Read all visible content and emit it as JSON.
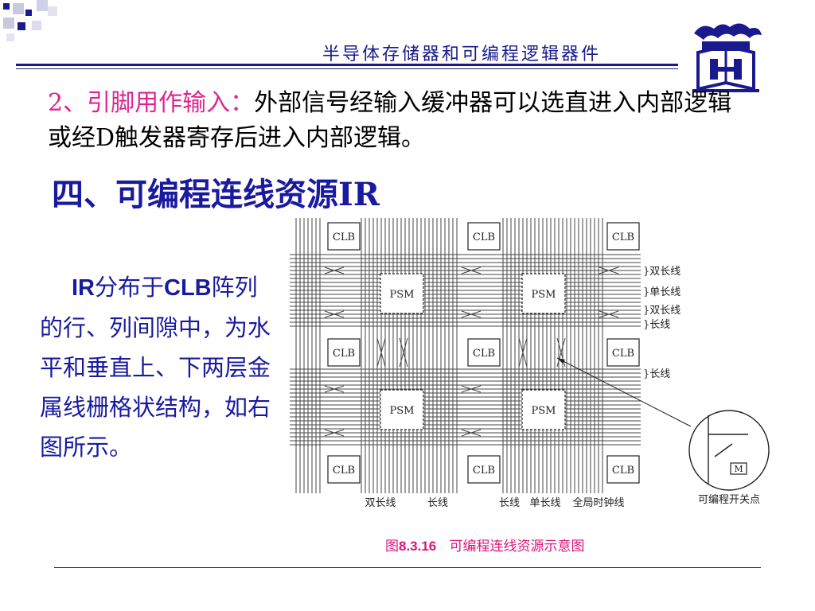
{
  "header": {
    "title": "半导体存储器和可编程逻辑器件"
  },
  "paragraph": {
    "label": "2、引脚用作输入：",
    "text": "外部信号经输入缓冲器可以选直进入内部逻辑或经D触发器寄存后进入内部逻辑。"
  },
  "section": {
    "title": "四、可编程连线资源IR"
  },
  "side": {
    "t1": "IR",
    "t2": "分布于",
    "t3": "CLB",
    "t4": "阵列的行、列间隙中，为水平和垂直上、下两层金属线栅格状结构，如右图所示。"
  },
  "diagram": {
    "clb_label": "CLB",
    "psm_label": "PSM",
    "switch_label": "M",
    "right_labels": [
      "}双长线",
      "}单长线",
      "}双长线",
      "}长线",
      "}长线"
    ],
    "bottom_labels": [
      "双长线",
      "长线",
      "长线",
      "单长线",
      "全局时钟线"
    ],
    "switch_caption": "可编程开关点"
  },
  "caption": {
    "prefix": "图",
    "number": "8.3.16",
    "text": "可编程连线资源示意图"
  },
  "colors": {
    "title_blue": "#1a1aa0",
    "accent_pink": "#e0248f",
    "line_blue": "#1a1a8c"
  }
}
